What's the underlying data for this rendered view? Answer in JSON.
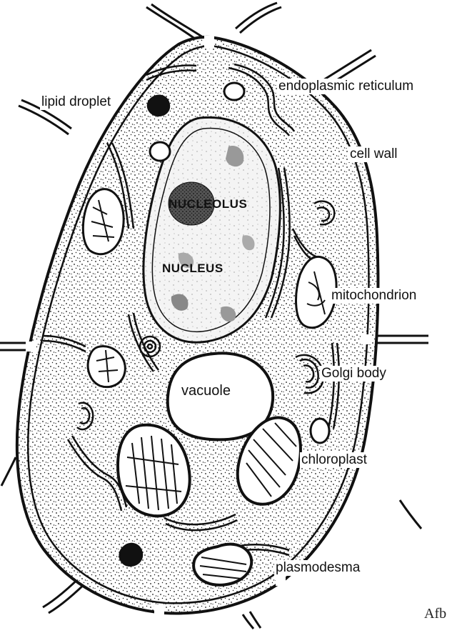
{
  "labels": {
    "lipid_droplet": "lipid droplet",
    "endoplasmic_reticulum": "endoplasmic reticulum",
    "cell_wall": "cell wall",
    "nucleolus": "NUCLEOLUS",
    "nucleus": "NUCLEUS",
    "mitochondrion": "mitochondrion",
    "golgi_body": "Golgi body",
    "vacuole": "vacuole",
    "chloroplast": "chloroplast",
    "plasmodesma": "plasmodesma"
  },
  "caption": "Afb",
  "colors": {
    "ink": "#111111",
    "paper": "#ffffff",
    "nucleus_fill": "#efefef"
  }
}
